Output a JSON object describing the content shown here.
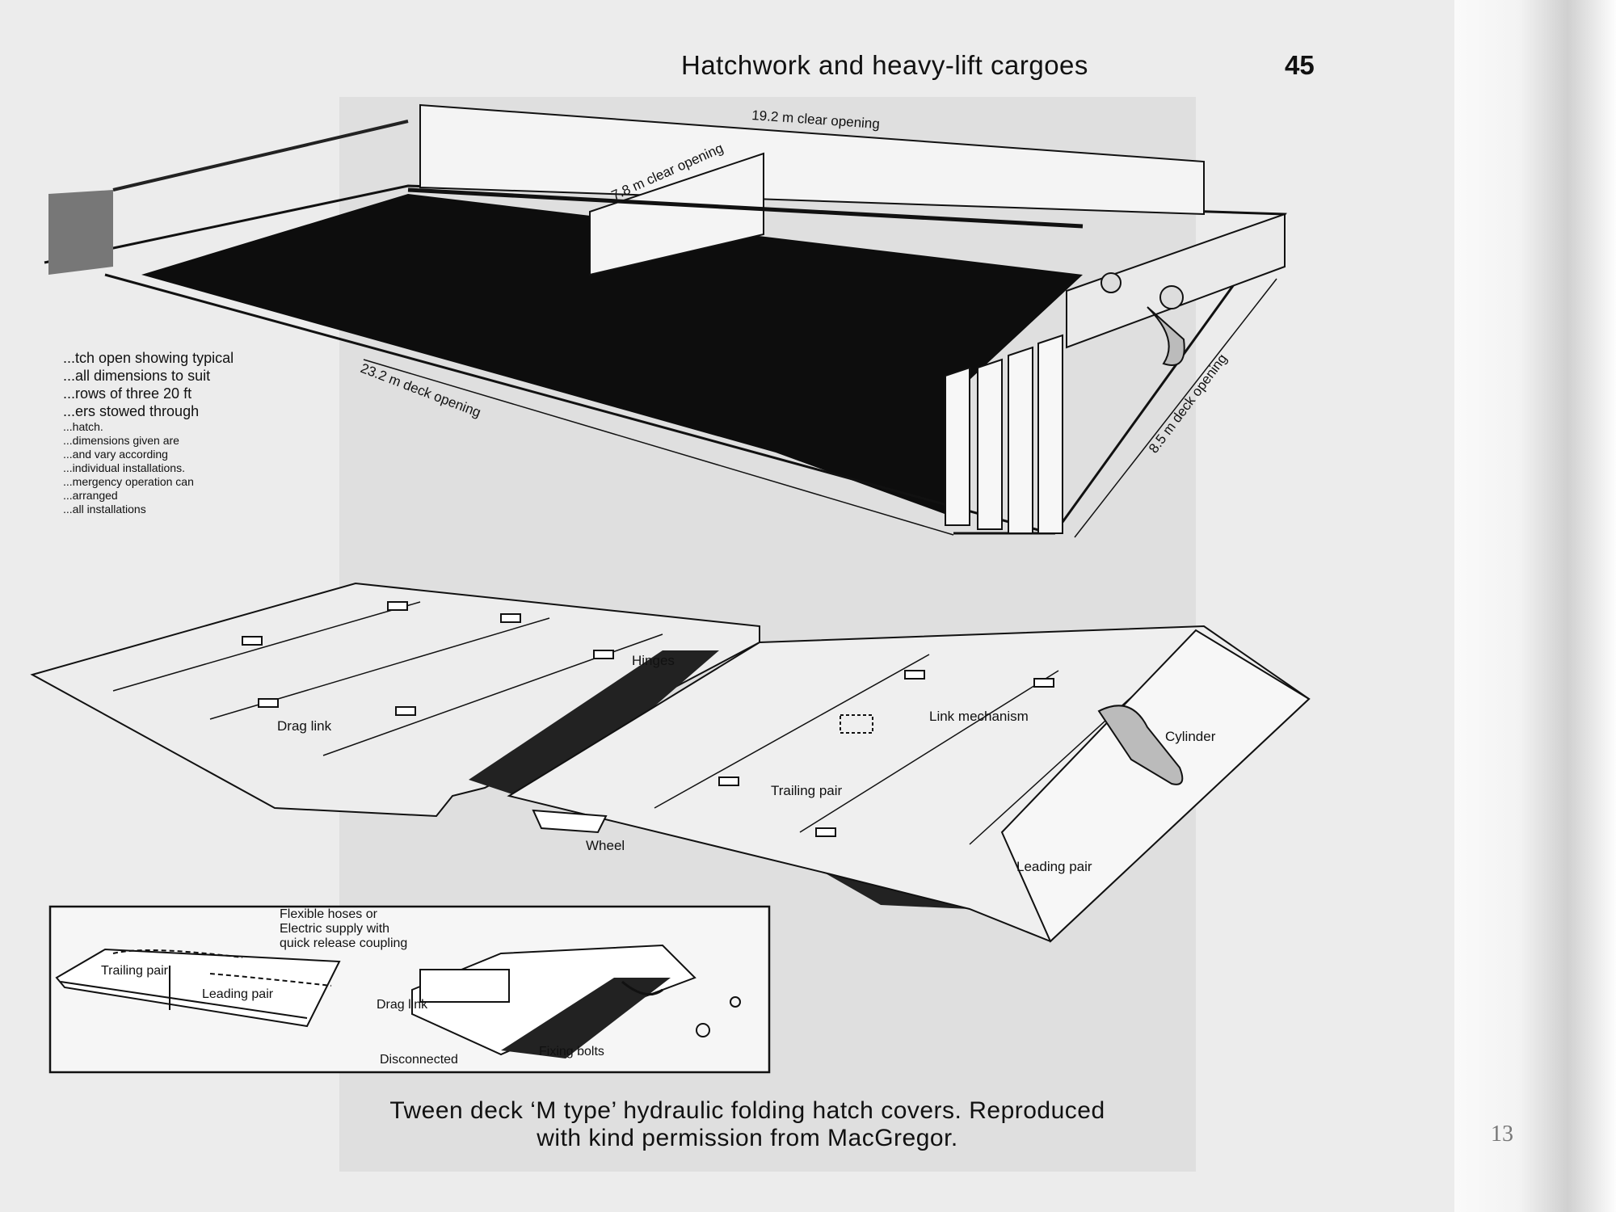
{
  "header": {
    "title": "Hatchwork and heavy-lift cargoes",
    "page_number": "45"
  },
  "figure_top": {
    "dim_clear_long": "19.2 m clear opening",
    "dim_clear_short": "7.8 m clear opening",
    "dim_deck_long": "23.2 m deck opening",
    "dim_deck_short": "8.5 m deck opening"
  },
  "side_note": {
    "lines": [
      "...tch open showing typical",
      "...all dimensions to suit",
      "...rows of three 20 ft",
      "...ers stowed through",
      "...hatch.",
      "...dimensions given are",
      "...and vary according",
      "...individual installations.",
      "...mergency operation can",
      "...arranged",
      "...all installations"
    ]
  },
  "figure_middle": {
    "hinges": "Hinges",
    "drag_link": "Drag link",
    "link_mechanism": "Link mechanism",
    "cylinder": "Cylinder",
    "trailing_pair": "Trailing pair",
    "wheel": "Wheel",
    "leading_pair": "Leading pair"
  },
  "inset": {
    "flexible_hoses": [
      "Flexible hoses or",
      "Electric supply with",
      "quick release coupling"
    ],
    "trailing_pair": "Trailing pair",
    "leading_pair": "Leading pair",
    "drag_link": "Drag link",
    "disconnected": "Disconnected",
    "fixing_bolts": "Fixing bolts"
  },
  "caption": {
    "line1": "Tween deck ‘M type’ hydraulic folding hatch covers. Reproduced",
    "line2": "with kind permission from MacGregor."
  },
  "margin_page_number": "13"
}
